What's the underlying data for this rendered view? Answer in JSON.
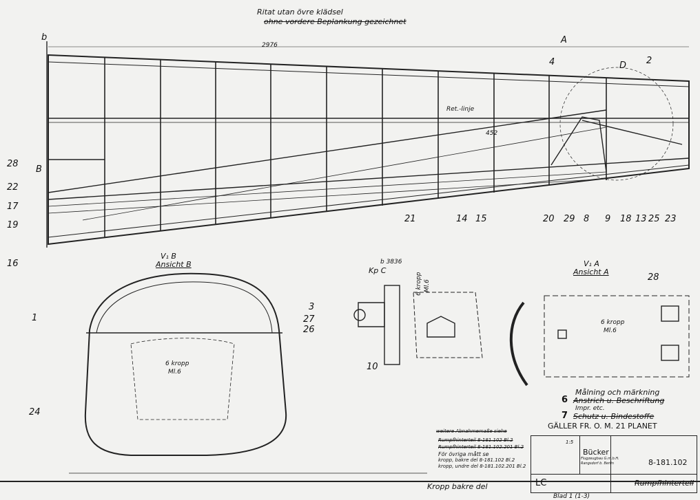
{
  "header_note": {
    "line1": "Ritat utan övre klädsel",
    "line2": "ohne vordere Beplankung gezeichnet"
  },
  "part_numbers": {
    "p28": "28",
    "pB": "B",
    "p22": "22",
    "p17": "17",
    "p19": "19",
    "p16": "16",
    "p21": "21",
    "p14": "14",
    "p15": "15",
    "p20": "20",
    "p29": "29",
    "p8": "8",
    "p9": "9",
    "p18": "18",
    "p13": "13",
    "p25": "25",
    "p23": "23",
    "p4": "4",
    "pA": "A",
    "pD": "D",
    "p2": "2",
    "p3": "3",
    "p27": "27",
    "p26": "26",
    "p10": "10",
    "p24": "24",
    "p1": "1",
    "p28b": "28",
    "pb": "b"
  },
  "views": {
    "view_b_title": "V₁ B",
    "view_b_sub": "Ansicht B",
    "kp_c": "Kp C",
    "b_ref": "b 3836",
    "view_a_title": "V₁ A",
    "view_a_sub": "Ansicht A",
    "kropp_label_1": "6 kropp",
    "kropp_label_1b": "Ml.6",
    "kropp_label_2": "6 kropp",
    "kropp_label_2b": "Ml.6",
    "kropp_label_3": "6 kropp",
    "kropp_label_3b": "Ml.6"
  },
  "dimension_labels": {
    "top_length": "2976",
    "right_len": "452",
    "ret_linje": "Ret.-linje"
  },
  "notes": {
    "marking_title": "Målning och märkning",
    "item6_num": "6",
    "item6_text": "Anstrich u. Beschriftung",
    "impr": "Impr. etc.",
    "item7_num": "7",
    "item7_text": "Schutz u. Bindestoffe",
    "valid": "GÄLLER FR. O. M. 21 PLANET",
    "further": "weitere Abnahmemaße siehe",
    "ref1": "Rumpfhinterteil  8-181.102 Bl.2",
    "ref2": "Rumpfhinterteil  8-181.102.201 Bl.2",
    "other1": "För övriga   mått se",
    "other2": "kropp, bakre del  8-181.102  Bl.2",
    "other3": "kropp, undre del  8-181.102.201  Bl.2"
  },
  "title_block": {
    "company": "Bücker",
    "company_sub1": "Flugzeugbau G.m.b.H.",
    "company_sub2": "Rangsdorf b. Berlin",
    "drawing_number": "8-181.102",
    "part_name": "Rumpfhinterteil",
    "class": "LC",
    "sheet": "Blad 1 (1-3)",
    "scale": "1:5",
    "bottom_caption": "Kropp bakre del"
  }
}
